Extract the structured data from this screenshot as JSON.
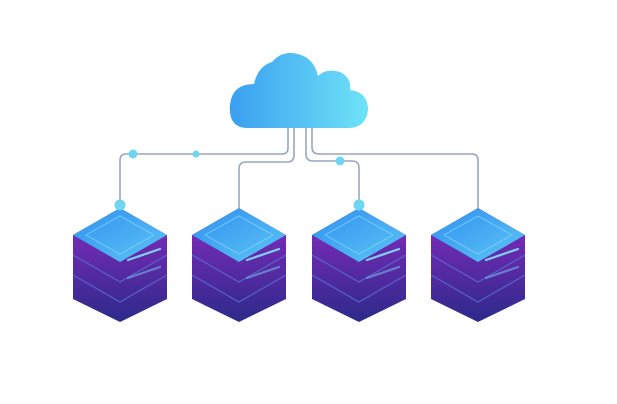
{
  "colors": {
    "cloud_start": "#3a9ff0",
    "cloud_end": "#6ee3f7",
    "connector": "#9aa6bd",
    "node": "#6fd6f2",
    "server_top_start": "#2f8ff0",
    "server_top_end": "#5cc6f5",
    "server_body_top": "#8a2bc2",
    "server_body_bottom": "#2c2a8a",
    "server_stripe": "#7fe4ff"
  },
  "servers": [
    {
      "id": "server-1",
      "connected_dot": true
    },
    {
      "id": "server-2",
      "connected_dot": false
    },
    {
      "id": "server-3",
      "connected_dot": true
    },
    {
      "id": "server-4",
      "connected_dot": false
    }
  ]
}
